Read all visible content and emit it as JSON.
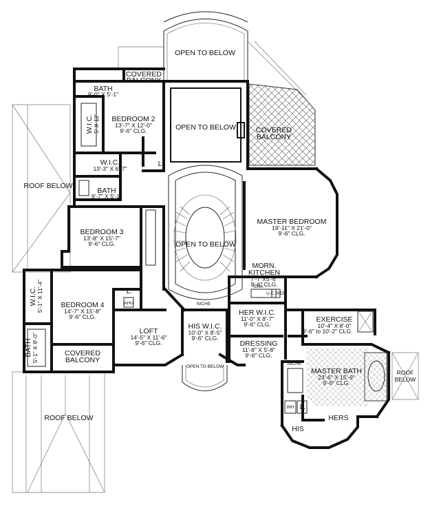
{
  "labels": {
    "open_top": "OPEN TO BELOW",
    "covered_balcony_top": {
      "line1": "COVERED",
      "line2": "BALCONY"
    },
    "bath1": {
      "name": "BATH",
      "dim": "9'-0\" X 5'-1\""
    },
    "bedroom2": {
      "name": "BEDROOM 2",
      "dim": "13'-7\" X 12'-0\"",
      "clg": "9'-6\" CLG."
    },
    "wic1": {
      "name": "W.I.C.",
      "dim": "5' X 12'"
    },
    "open_mid": "OPEN TO BELOW",
    "covered_balcony_right": {
      "line1": "COVERED",
      "line2": "BALCONY"
    },
    "wic2": {
      "name": "W.I.C.",
      "dim": "13'-3\" X 6'-7\""
    },
    "linen1": "L.",
    "roof_left": "ROOF BELOW",
    "bath2": {
      "name": "BATH",
      "dim": "9'-7\" X 5'-1\""
    },
    "master_bedroom": {
      "name": "MASTER BEDROOM",
      "dim": "19'-11\" X 21'-0\"",
      "clg": "9'-6\" CLG."
    },
    "bedroom3": {
      "name": "BEDROOM 3",
      "dim": "13'-8\" X 15'-7\"",
      "clg": "9'-6\" CLG."
    },
    "open_stair": "OPEN TO BELOW",
    "morn_kitchen": {
      "line1": "MORN.",
      "line2": "KITCHEN",
      "dim": "7'-7\"X5'-6\"",
      "clg": "9'-6\" CLG."
    },
    "sink": "SINK",
    "ref": "U.C. REF",
    "wic3": {
      "name": "W.I.C.",
      "dim": "5'-1\" X 11'-4\""
    },
    "bedroom4": {
      "name": "BEDROOM 4",
      "dim": "14'-7\" X 15'-8\"",
      "clg": "9'-6\" CLG."
    },
    "linen2": "L.",
    "ahu": "AHU",
    "niche1": "NICHE",
    "her_wic": {
      "name": "HER W.I.C.",
      "dim": "11'-0\" X 8'-7\"",
      "clg": "9'-6\" CLG."
    },
    "exercise": {
      "name": "EXERCISE",
      "dim": "10'-4\" X 8'-0\"",
      "clg": "9'-6\" to 10'-2\" CLG."
    },
    "his_wic": {
      "name": "HIS W.I.C.",
      "dim": "10'-0\" X 8'-5\"",
      "clg": "9'-6\" CLG."
    },
    "loft": {
      "name": "LOFT",
      "dim": "14'-5\" X 11'-6\"",
      "clg": "9'-6\" CLG."
    },
    "dressing": {
      "name": "DRESSING",
      "dim": "11'-8\" X 5'-8\"",
      "clg": "9'-6\" CLG."
    },
    "bath3": {
      "name": "BATH",
      "dim": "5'-1\" X 9'-0\""
    },
    "covered_balcony_bottom": {
      "line1": "COVERED",
      "line2": "BALCONY"
    },
    "open_bottom": "OPEN TO BELOW",
    "niche2": "NICHE",
    "master_bath": {
      "name": "MASTER BATH",
      "dim": "23'-6\" X 15'-9\"",
      "clg": "9'-6\" CLG."
    },
    "roof_right": {
      "line1": "ROOF",
      "line2": "BELOW"
    },
    "wh": "WH",
    "linen3": "L.",
    "hers": "HERS",
    "his": "HIS",
    "roof_bottom": "ROOF BELOW"
  }
}
